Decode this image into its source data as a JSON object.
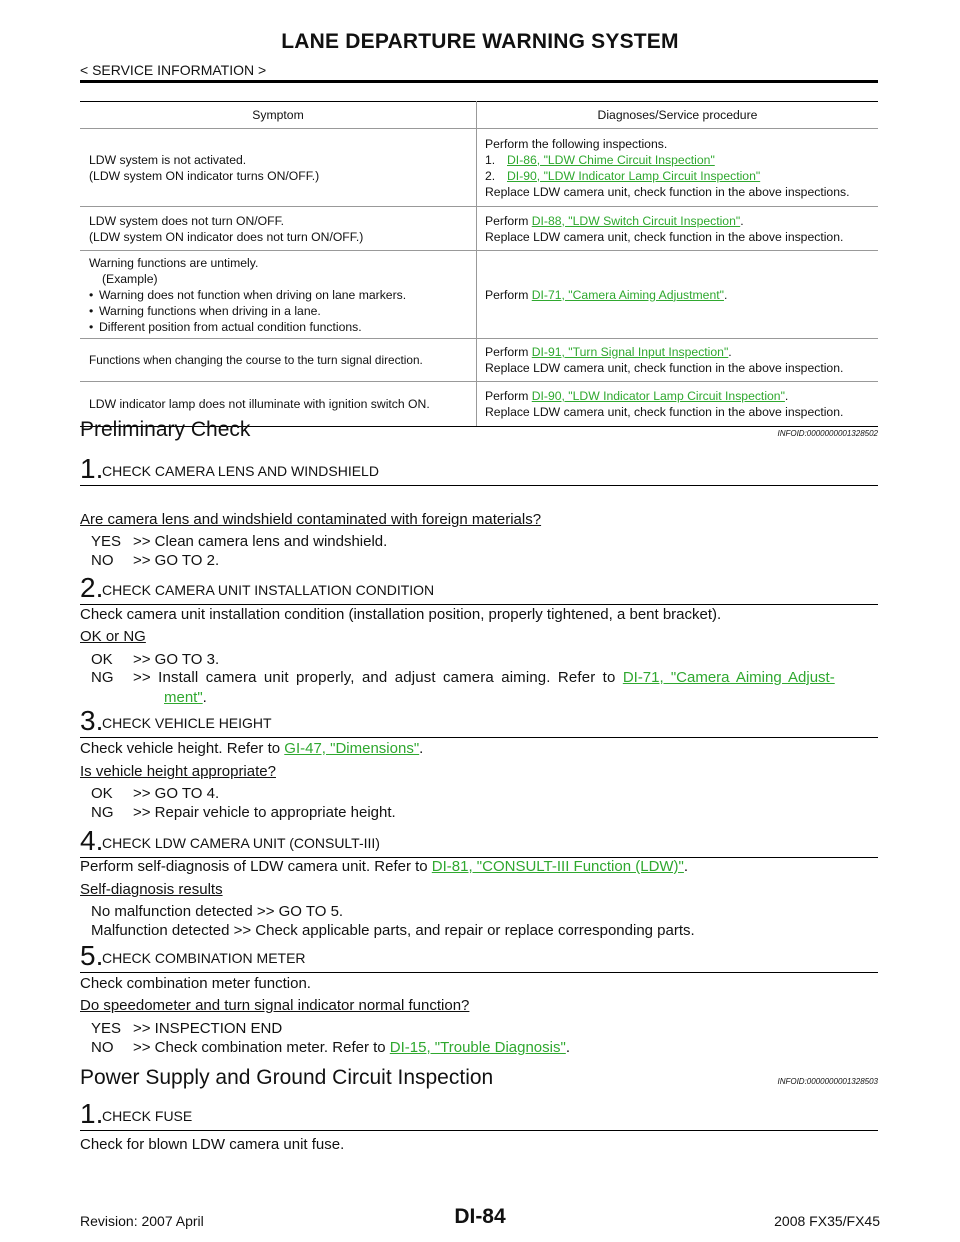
{
  "header": {
    "title": "LANE DEPARTURE WARNING SYSTEM",
    "breadcrumb": "< SERVICE INFORMATION >"
  },
  "table": {
    "col1": "Symptom",
    "col2": "Diagnoses/Service procedure",
    "rows": [
      {
        "symptom": [
          "LDW system is not activated.",
          "(LDW system ON indicator turns ON/OFF.)"
        ],
        "intro": "Perform the following inspections.",
        "items": [
          {
            "n": "1.",
            "link": "DI-86, \"LDW Chime Circuit Inspection\""
          },
          {
            "n": "2.",
            "link": "DI-90, \"LDW Indicator Lamp Circuit Inspection\""
          }
        ],
        "after": "Replace LDW camera unit, check function in the above inspections."
      },
      {
        "symptom": [
          "LDW system does not turn ON/OFF.",
          "(LDW system ON indicator does not turn ON/OFF.)"
        ],
        "pre": "Perform ",
        "link": "DI-88, \"LDW Switch Circuit Inspection\"",
        "post": ".",
        "after": "Replace LDW camera unit, check function in the above inspection."
      },
      {
        "symptom_head": "Warning functions are untimely.",
        "symptom_sub": "(Example)",
        "symptom_bullets": [
          "Warning does not function when driving on lane markers.",
          "Warning functions when driving in a lane.",
          "Different position from actual condition functions."
        ],
        "pre": "Perform ",
        "link": "DI-71, \"Camera Aiming Adjustment\"",
        "post": "."
      },
      {
        "symptom": [
          "Functions when changing the course to the turn signal direction."
        ],
        "pre": "Perform ",
        "link": "DI-91, \"Turn Signal Input Inspection\"",
        "post": ".",
        "after": "Replace LDW camera unit, check function in the above inspection."
      },
      {
        "symptom": [
          "LDW indicator lamp does not illuminate with ignition switch ON."
        ],
        "pre": "Perform ",
        "link": "DI-90, \"LDW Indicator Lamp Circuit Inspection\"",
        "post": ".",
        "after": "Replace LDW camera unit, check function in the above inspection."
      }
    ]
  },
  "preliminary": {
    "title": "Preliminary Check",
    "id": "INFOID:0000000001328502",
    "step1": {
      "n": "1.",
      "title": "CHECK CAMERA LENS AND WINDSHIELD",
      "question": "Are camera lens and windshield contaminated with foreign materials?",
      "yes_k": "YES",
      "yes_v": ">> Clean camera lens and windshield.",
      "no_k": "NO",
      "no_v": ">> GO TO 2."
    },
    "step2": {
      "n": "2.",
      "title": "CHECK CAMERA UNIT INSTALLATION CONDITION",
      "text": "Check camera unit installation condition (installation position, properly tightened, a bent bracket).",
      "q": "OK or NG",
      "ok_k": "OK",
      "ok_v": ">> GO TO 3.",
      "ng_k": "NG",
      "ng_v": ">> Install camera unit properly, and adjust camera aiming. Refer to ",
      "ng_link": "DI-71, \"Camera Aiming Adjust-",
      "ng_link2": "ment\"",
      "ng_end": "."
    },
    "step3": {
      "n": "3.",
      "title": "CHECK VEHICLE HEIGHT",
      "pre": "Check vehicle height. Refer to ",
      "link": "GI-47, \"Dimensions\"",
      "post": ".",
      "q": "Is vehicle height appropriate?",
      "ok_k": "OK",
      "ok_v": ">> GO TO 4.",
      "ng_k": "NG",
      "ng_v": ">> Repair vehicle to appropriate height."
    },
    "step4": {
      "n": "4.",
      "title": "CHECK LDW CAMERA UNIT (CONSULT-III)",
      "pre": "Perform self-diagnosis of LDW camera unit. Refer to ",
      "link": "DI-81, \"CONSULT-III Function (LDW)\"",
      "post": ".",
      "q": "Self-diagnosis results",
      "a1": "No malfunction detected >> GO TO 5.",
      "a2": "Malfunction detected >> Check applicable parts, and repair or replace corresponding parts."
    },
    "step5": {
      "n": "5.",
      "title": "CHECK COMBINATION METER",
      "text": "Check combination meter function.",
      "q": "Do speedometer and turn signal indicator normal function?",
      "yes_k": "YES",
      "yes_v": ">> INSPECTION END",
      "no_k": "NO",
      "no_v": ">> Check combination meter. Refer to ",
      "no_link": "DI-15, \"Trouble Diagnosis\"",
      "no_end": "."
    }
  },
  "power": {
    "title": "Power Supply and Ground Circuit Inspection",
    "id": "INFOID:0000000001328503",
    "step1": {
      "n": "1.",
      "title": "CHECK FUSE",
      "text": "Check for blown LDW camera unit fuse."
    }
  },
  "footer": {
    "revision": "Revision: 2007 April",
    "page": "DI-84",
    "model": "2008 FX35/FX45"
  },
  "colors": {
    "link": "#2fa82f"
  }
}
